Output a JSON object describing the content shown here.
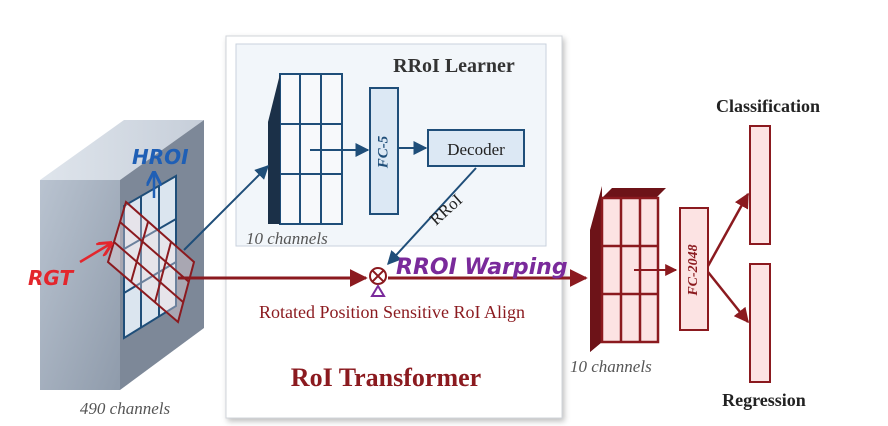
{
  "labels": {
    "rroi_learner": "RRoI Learner",
    "fc5": "FC-5",
    "decoder": "Decoder",
    "learner_channels": "10 channels",
    "rroi": "RRoI",
    "rroi_warping": "RROI Warping",
    "rpsra": "Rotated Position Sensitive RoI Align",
    "roi_transformer": "RoI Transformer",
    "hroi": "HROI",
    "rgt": "RGT",
    "input_channels": "490 channels",
    "output_channels": "10 channels",
    "fc2048": "FC-2048",
    "classification": "Classification",
    "regression": "Regression"
  },
  "colors": {
    "dark_red": "#8b1a1f",
    "pink_fill": "#fce3e3",
    "navy": "#1f4e79",
    "light_blue": "#dce8f4",
    "hand_blue": "#1f5fb5",
    "hand_red": "#e3262d",
    "hand_purple": "#7a2a9b"
  }
}
